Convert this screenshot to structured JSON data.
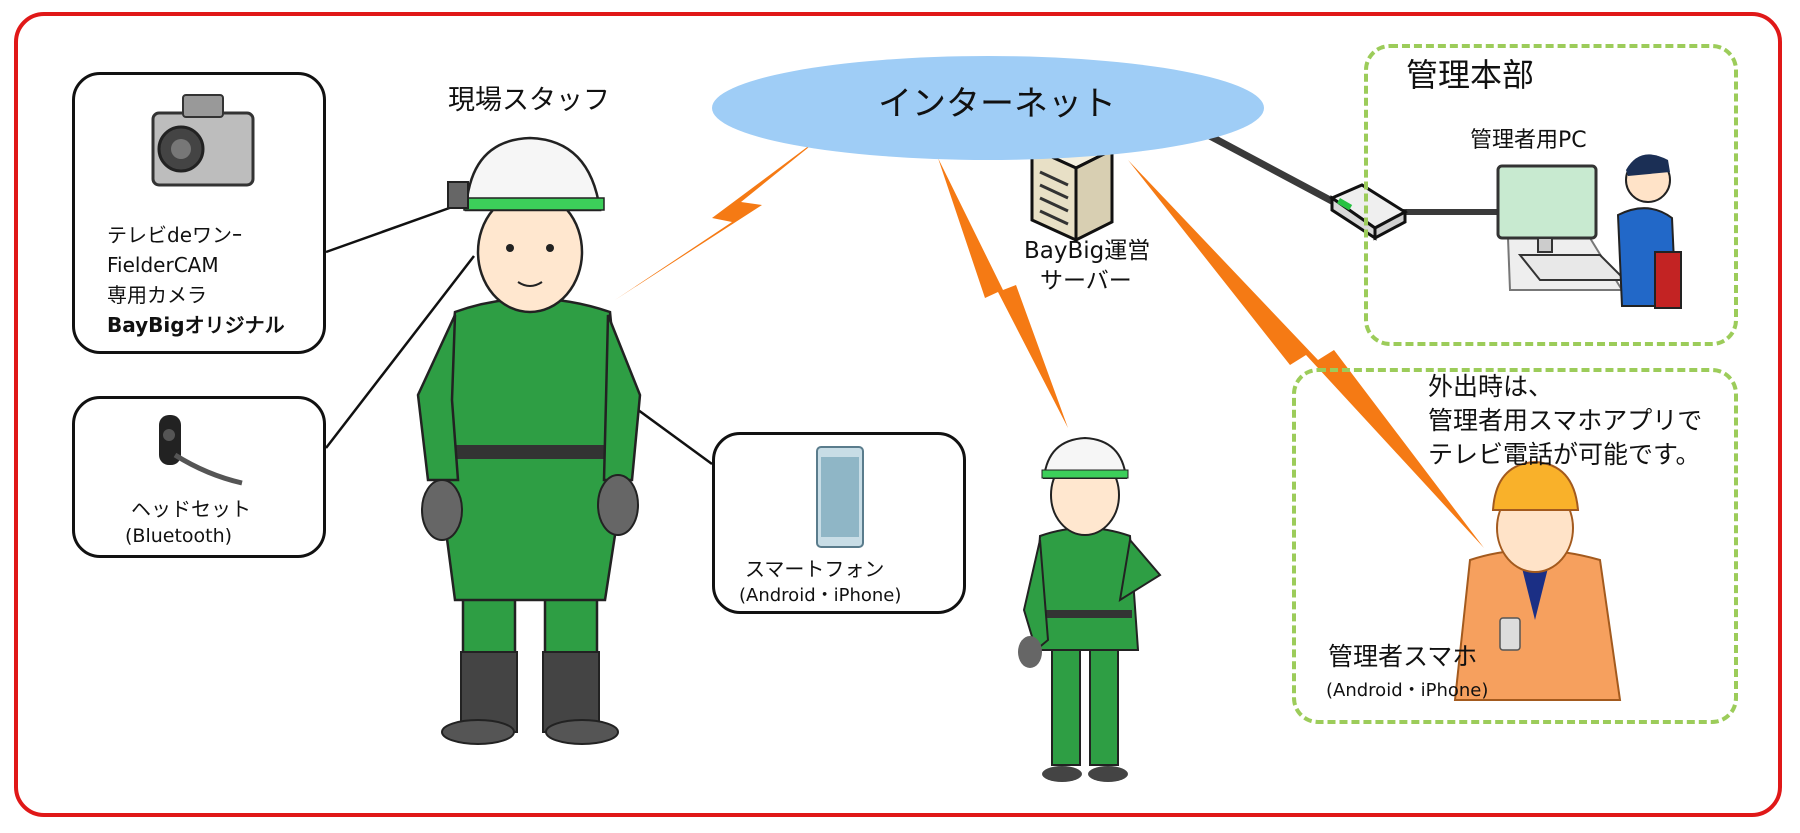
{
  "diagram": {
    "internet_label": "インターネット",
    "site_staff_label": "現場スタッフ",
    "hq_title": "管理本部",
    "admin_pc_label": "管理者用PC",
    "server_label_1": "BayBig運営",
    "server_label_2": "サーバー",
    "camera_box": {
      "line1": "テレビdeワンｰ",
      "line2": "FielderCAM",
      "line3": "専用カメラ",
      "line4": "BayBigオリジナル"
    },
    "headset_box": {
      "line1": "ヘッドセット",
      "line2": "(Bluetooth)"
    },
    "smartphone_box": {
      "line1": "スマートフォン",
      "line2": "(Android・iPhone)"
    },
    "mobile_note": {
      "line1": "外出時は、",
      "line2": "管理者用スマホアプリで",
      "line3": "テレビ電話が可能です。"
    },
    "admin_phone_label": "管理者スマホ",
    "admin_phone_sub": "(Android・iPhone)"
  },
  "colors": {
    "frame": "#e01818",
    "cloud": "#9fcdf6",
    "dashed_border": "#9ccc5a",
    "lightning": "#f57a14",
    "uniform": "#2e9e44",
    "helmet_stripe": "#3ccf5a"
  },
  "icons": [
    "camera-icon",
    "headset-icon",
    "smartphone-icon",
    "server-icon",
    "router-icon",
    "computer-icon"
  ]
}
